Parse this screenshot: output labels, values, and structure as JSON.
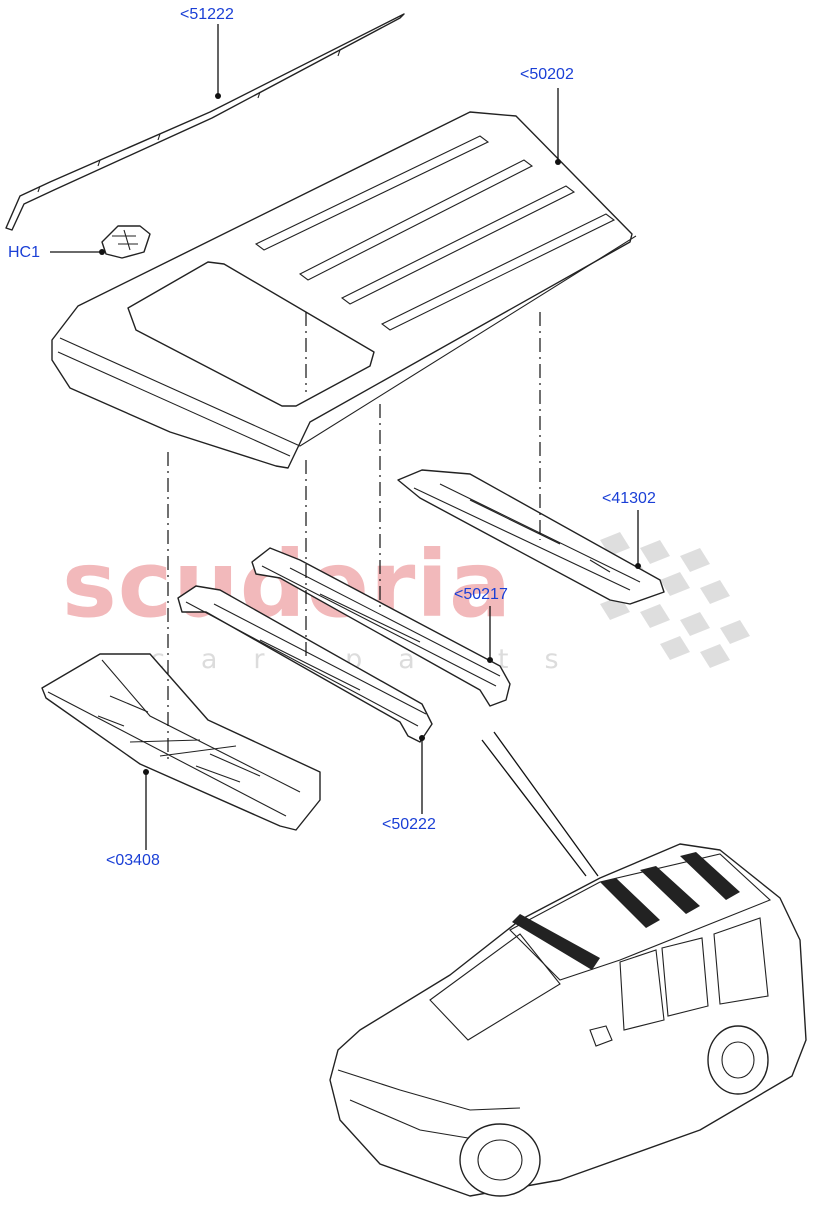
{
  "callouts": {
    "roof_strip": "<51222",
    "roof_panel": "<50202",
    "hc1": "HC1",
    "rear_rail": "<41302",
    "bow_rear": "<50217",
    "bow_mid": "<50222",
    "front_header": "<03408"
  },
  "watermark": {
    "brand": "scuderia",
    "tagline": "car parts"
  },
  "colors": {
    "callout": "#1a3fd6",
    "watermark_brand": "#f2b9bb",
    "watermark_checker": "#d9d9d9",
    "line": "#222222"
  }
}
